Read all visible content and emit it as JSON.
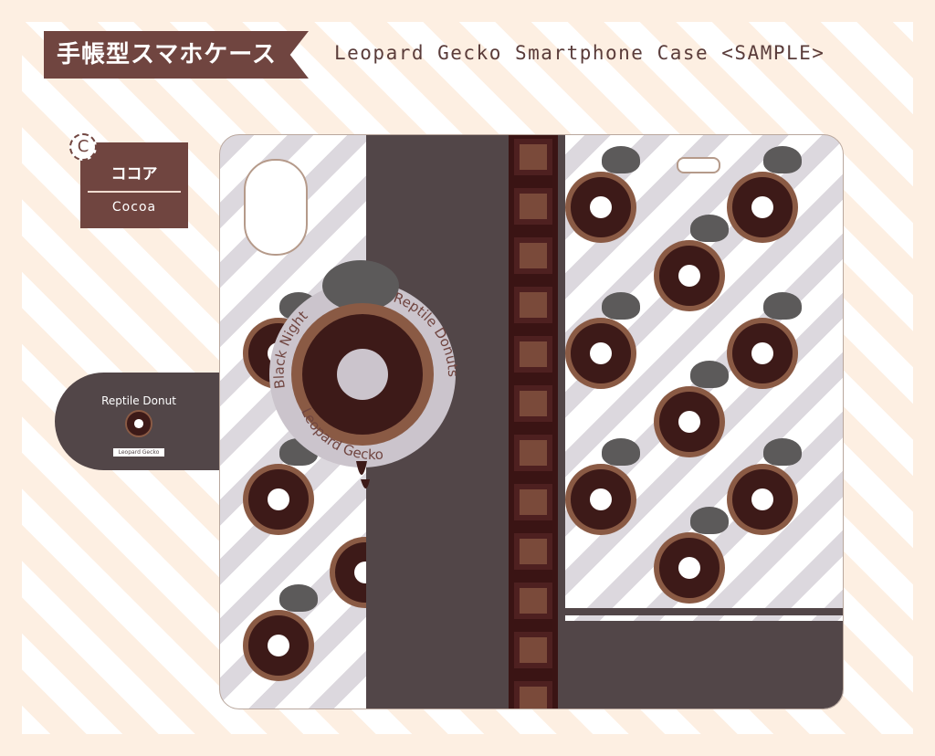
{
  "header": {
    "ribbon_label": "手帳型スマホケース",
    "title": "Leopard Gecko Smartphone Case <SAMPLE>"
  },
  "variant": {
    "letter": "C",
    "name_jp": "ココア",
    "name_en": "Cocoa"
  },
  "badge": {
    "top_left": "Black Night",
    "right": "Reptile Donuts",
    "bottom": "Leopard Gecko"
  },
  "tab": {
    "logo_text": "Reptile Donut",
    "ribbon_text": "Leopard Gecko"
  },
  "colors": {
    "ribbon": "#704540",
    "panel": "#524648",
    "chocolate": "#3a1414",
    "background": "#fdefe2"
  }
}
